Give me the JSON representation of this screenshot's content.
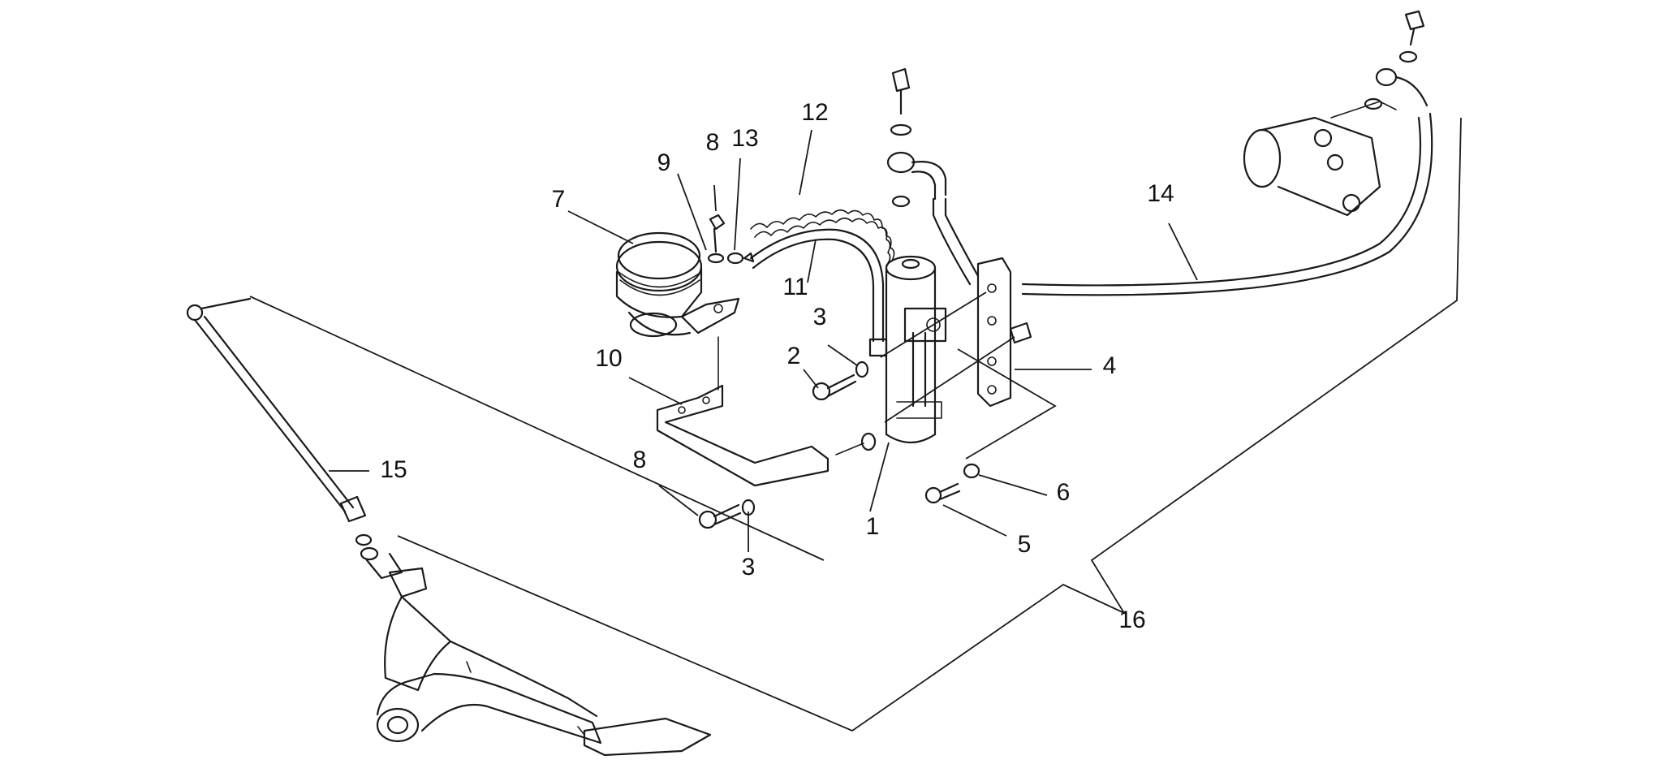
{
  "callouts": [
    {
      "id": "c1",
      "text": "1"
    },
    {
      "id": "c2",
      "text": "2"
    },
    {
      "id": "c3a",
      "text": "3"
    },
    {
      "id": "c3b",
      "text": "3"
    },
    {
      "id": "c4",
      "text": "4"
    },
    {
      "id": "c5",
      "text": "5"
    },
    {
      "id": "c6",
      "text": "6"
    },
    {
      "id": "c7",
      "text": "7"
    },
    {
      "id": "c8a",
      "text": "8"
    },
    {
      "id": "c8b",
      "text": "8"
    },
    {
      "id": "c9",
      "text": "9"
    },
    {
      "id": "c10",
      "text": "10"
    },
    {
      "id": "c11",
      "text": "11"
    },
    {
      "id": "c12",
      "text": "12"
    },
    {
      "id": "c13",
      "text": "13"
    },
    {
      "id": "c14",
      "text": "14"
    },
    {
      "id": "c15",
      "text": "15"
    },
    {
      "id": "c16",
      "text": "16"
    }
  ]
}
